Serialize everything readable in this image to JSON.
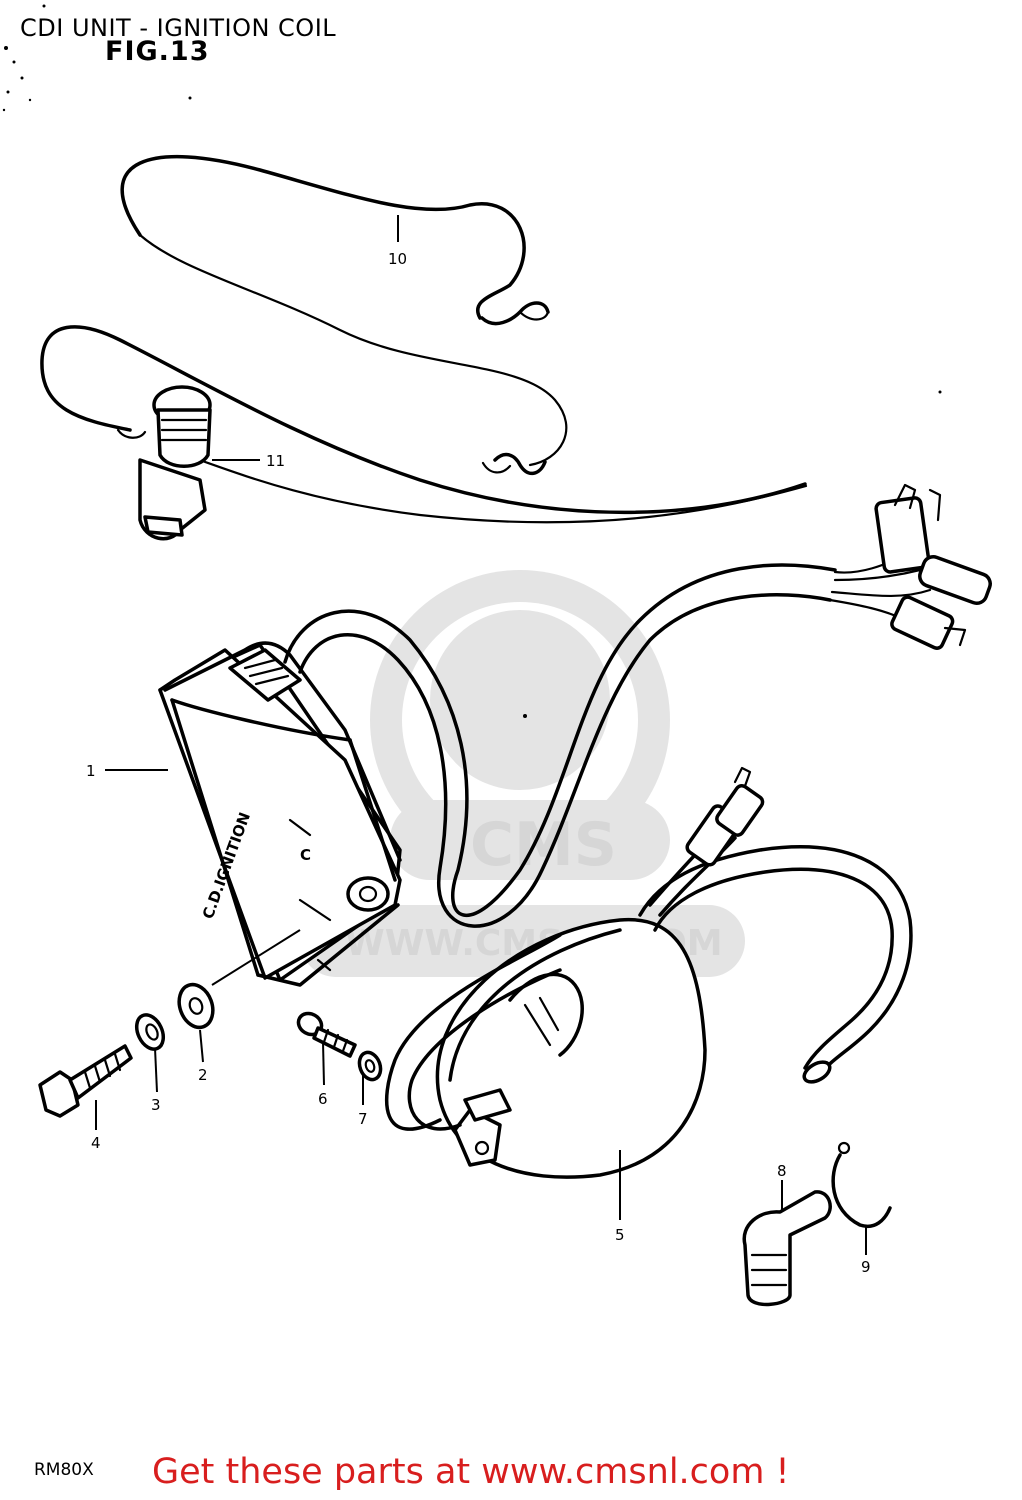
{
  "header": {
    "title": "CDI UNIT - IGNITION COIL",
    "figure": "FIG.13"
  },
  "watermark": {
    "brand": "CMS",
    "url": "WWW.CMSNL.COM"
  },
  "unit_label": "C.D.IGNITION",
  "unit_side_label": "C",
  "callouts": [
    "1",
    "2",
    "3",
    "4",
    "5",
    "6",
    "7",
    "8",
    "9",
    "10",
    "11"
  ],
  "model_code": "RM80X",
  "footer": {
    "link_text": "Get these parts at www.cmsnl.com !"
  },
  "colors": {
    "footer_link": "#d81e1e",
    "line_art": "#000000",
    "watermark": "#e4e4e4"
  }
}
